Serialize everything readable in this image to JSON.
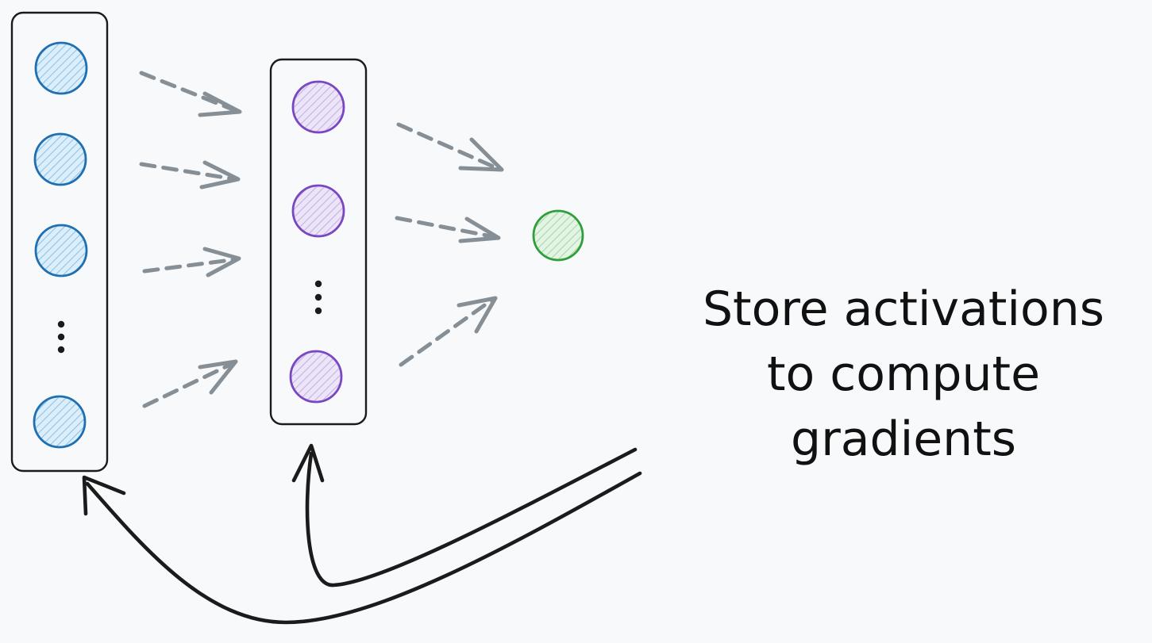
{
  "caption": {
    "lines": [
      "Store activations",
      "to compute",
      "gradients"
    ]
  },
  "colors": {
    "background": "#f8f9fa",
    "input_layer": "#1f6fb3",
    "input_fill": "#a9d3f0",
    "hidden_layer": "#7a47c2",
    "hidden_fill": "#d3c2ee",
    "output_node": "#2f9e3c",
    "output_fill": "#bfe6bf",
    "forward_arrows": "#868e96",
    "backward_arrows": "#1b1b1b",
    "text": "#111111"
  },
  "icons": {
    "forward_arrow": "dashed-arrow",
    "backward_arrow": "curved-arrow",
    "ellipsis": "vertical-ellipsis"
  },
  "layers": {
    "input": {
      "visible_neurons": 4,
      "has_ellipsis": true
    },
    "hidden": {
      "visible_neurons": 3,
      "has_ellipsis": true
    },
    "output": {
      "visible_neurons": 1,
      "has_ellipsis": false
    }
  }
}
